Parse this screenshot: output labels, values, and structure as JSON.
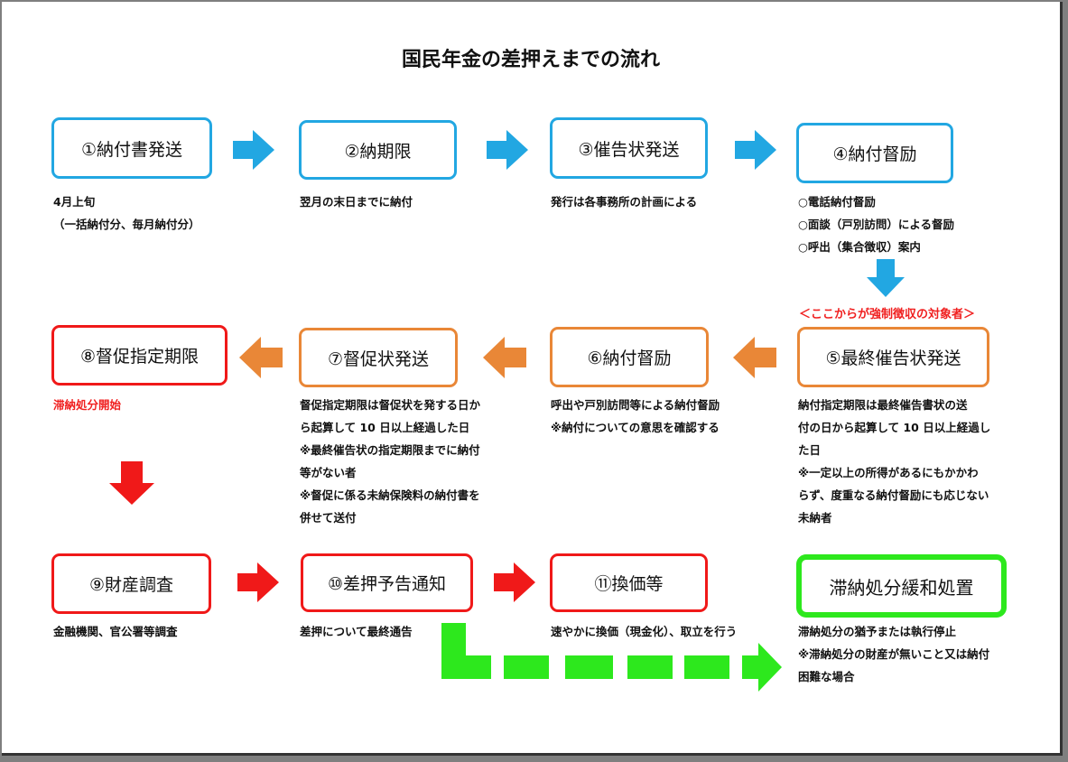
{
  "title": "国民年金の差押えまでの流れ",
  "steps": {
    "s1": "①納付書発送",
    "s2": "②納期限",
    "s3": "③催告状発送",
    "s4": "④納付督励",
    "s5": "⑤最終催告状発送",
    "s6": "⑥納付督励",
    "s7": "⑦督促状発送",
    "s8": "⑧督促指定期限",
    "s9": "⑨財産調査",
    "s10": "⑩差押予告通知",
    "s11": "⑪換価等",
    "relief": "滞納処分緩和処置"
  },
  "notes": {
    "n1": "4月上旬\n（一括納付分、毎月納付分）",
    "n2": "翌月の末日までに納付",
    "n3": "発行は各事務所の計画による",
    "n4": "○電話納付督励\n○面談（戸別訪問）による督励\n○呼出（集合徴収）案内",
    "target": "＜ここからが強制徴収の対象者＞",
    "n5": "納付指定期限は最終催告書状の送\n付の日から起算して 10 日以上経過し\nた日\n※一定以上の所得があるにもかかわ\nらず、度重なる納付督励にも応じない\n未納者",
    "n6": "呼出や戸別訪問等による納付督励\n※納付についての意思を確認する",
    "n7": "督促指定期限は督促状を発する日か\nら起算して 10 日以上経過した日\n※最終催告状の指定期限までに納付\n等がない者\n※督促に係る未納保険料の納付書を\n併せて送付",
    "n8": "滞納処分開始",
    "n9": "金融機関、官公署等調査",
    "n10": "差押について最終通告",
    "n11": "速やかに換価（現金化）、取立を行う",
    "n12": "滞納処分の猶予または執行停止\n※滞納処分の財産が無いこと又は納付\n困難な場合"
  },
  "colors": {
    "blue": "#22a7e2",
    "orange": "#e98737",
    "red": "#f01919",
    "green": "#2de81d"
  },
  "icons": {
    "flow_arrow": "block-arrow-icon",
    "path_arrow": "dashed-path-arrow-icon"
  }
}
